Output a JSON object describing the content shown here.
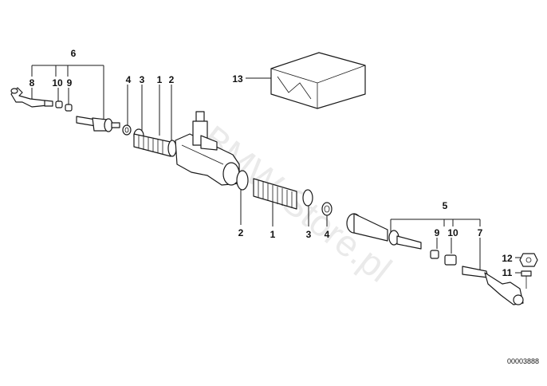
{
  "diagram": {
    "document_id": "00003888",
    "watermark": "BMW-Store.pl",
    "callouts": {
      "c1_top": "1",
      "c2_top": "2",
      "c3_top": "3",
      "c4_top": "4",
      "c1_bottom": "1",
      "c2_bottom": "2",
      "c3_bottom": "3",
      "c4_bottom": "4",
      "c5": "5",
      "c6": "6",
      "c7": "7",
      "c8": "8",
      "c9_left": "9",
      "c10_left": "10",
      "c9_right": "9",
      "c10_right": "10",
      "c11": "11",
      "c12": "12",
      "c13": "13"
    }
  }
}
